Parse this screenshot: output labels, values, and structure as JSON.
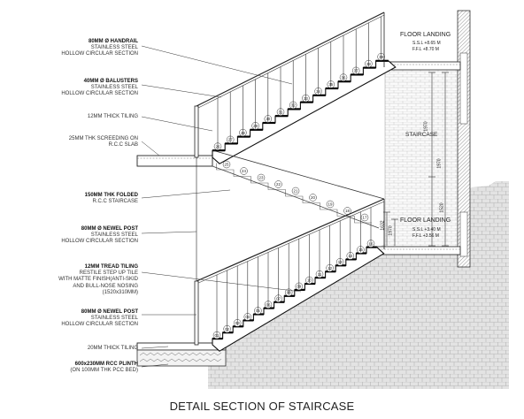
{
  "title": "DETAIL SECTION OF STAIRCASE",
  "labels": [
    {
      "id": "handrail",
      "lines": [
        "80MM Ø HANDRAIL",
        "STAINLESS STEEL",
        "HOLLOW CIRCULAR SECTION"
      ]
    },
    {
      "id": "balusters",
      "lines": [
        "40MM Ø BALUSTERS",
        "STAINLESS STEEL",
        "HOLLOW CIRCULAR SECTION"
      ]
    },
    {
      "id": "tiling12",
      "lines": [
        "12MM THICK TILING"
      ]
    },
    {
      "id": "screeding",
      "lines": [
        "25MM THK SCREEDING ON",
        "R.C.C SLAB"
      ]
    },
    {
      "id": "folded",
      "lines": [
        "150MM THK FOLDED",
        "R.C.C STAIRCASE"
      ]
    },
    {
      "id": "newel1",
      "lines": [
        "80MM Ø NEWEL POST",
        "STAINLESS STEEL",
        "HOLLOW CIRCULAR SECTION"
      ]
    },
    {
      "id": "tread",
      "lines": [
        "12MM TREAD TILING",
        "RESTILE STEP UP TILE",
        "WITH MATTE FINISH(ANTI-SKID",
        "AND BULL-NOSE NOSING",
        "(1520x310MM)"
      ]
    },
    {
      "id": "newel2",
      "lines": [
        "80MM Ø NEWEL POST",
        "STAINLESS STEEL",
        "HOLLOW CIRCULAR SECTION"
      ]
    },
    {
      "id": "tiling20",
      "lines": [
        "20MM THICK TILING"
      ]
    },
    {
      "id": "plinth",
      "lines": [
        "600x230MM RCC PLINTH",
        "(ON 100MM THK PCC BED)"
      ]
    }
  ],
  "right_text": {
    "floor_landing_top": "FLOOR LANDING",
    "ssl_top": "S.S.L +8.65 M",
    "ffl_top": "F.F.L +8.70 M",
    "staircase": "STAIRCASE",
    "floor_landing_mid": "FLOOR LANDING",
    "ssl_mid": "S.S.L +3.40 M",
    "ffl_mid": "F.F.L +3.56 M"
  },
  "dimensions": [
    "1970",
    "1970",
    "1520",
    "1632",
    "1970"
  ],
  "steps": {
    "lower": [
      "01",
      "02",
      "03",
      "04",
      "05",
      "06",
      "07",
      "08",
      "09",
      "10",
      "11",
      "12",
      "13",
      "14",
      "15",
      "16"
    ],
    "lower_under": [
      "17",
      "18",
      "19",
      "20",
      "21",
      "22",
      "23",
      "24",
      "25"
    ],
    "upper": [
      "26",
      "27",
      "28",
      "29",
      "30",
      "31",
      "32",
      "33",
      "34",
      "35",
      "36",
      "37",
      "38",
      "39"
    ]
  }
}
